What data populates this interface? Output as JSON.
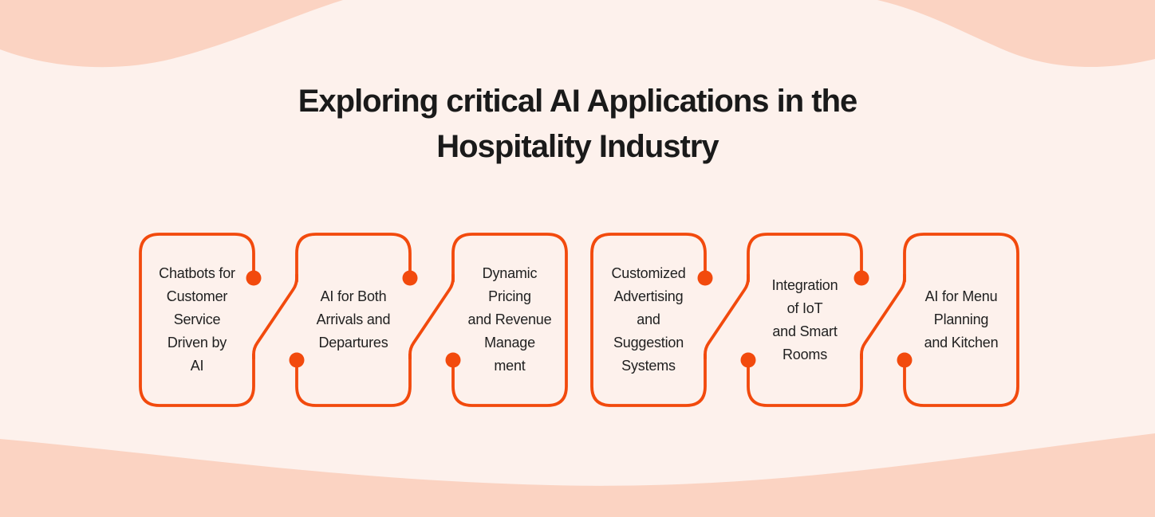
{
  "colors": {
    "background": "#FDF1EC",
    "wave": "#FBD3C2",
    "accent": "#F24A0D",
    "title_text": "#1A1A1A",
    "card_text": "#212121"
  },
  "title": {
    "lines": [
      "Exploring critical AI Applications in the",
      "Hospitality Industry"
    ]
  },
  "cards": [
    {
      "lines": [
        "Chatbots for",
        "Customer",
        "Service",
        "Driven by",
        "AI"
      ]
    },
    {
      "lines": [
        "AI for Both",
        "Arrivals and",
        "Departures"
      ]
    },
    {
      "lines": [
        "Dynamic",
        "Pricing",
        "and Revenue",
        "Manage",
        "ment"
      ]
    },
    {
      "lines": [
        "Customized",
        "Advertising",
        "and",
        "Suggestion",
        "Systems"
      ]
    },
    {
      "lines": [
        "Integration",
        "of IoT",
        "and Smart",
        "Rooms"
      ]
    },
    {
      "lines": [
        "AI for Menu",
        "Planning",
        "and Kitchen"
      ]
    }
  ]
}
